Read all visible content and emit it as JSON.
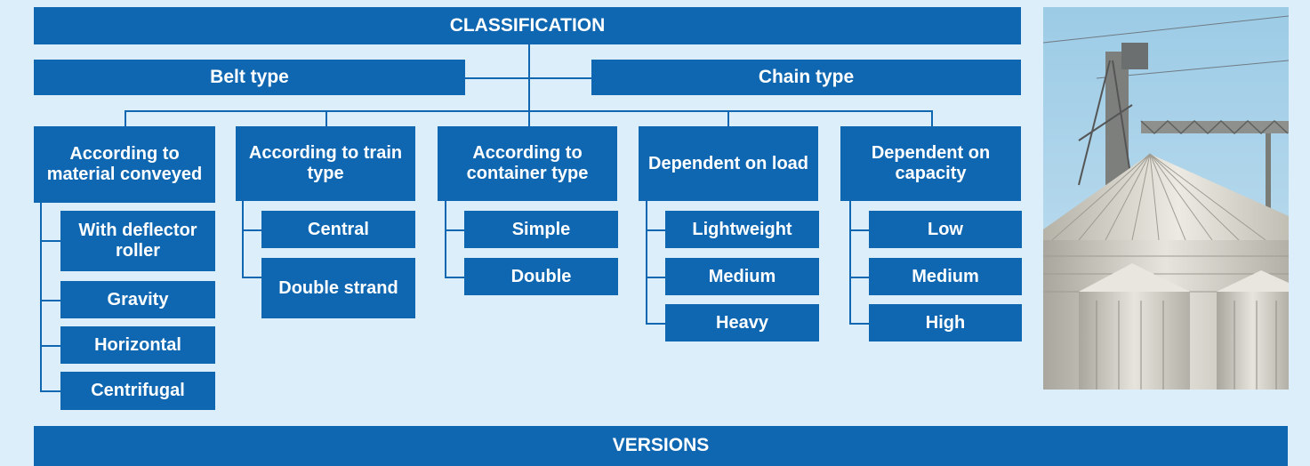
{
  "header": "CLASSIFICATION",
  "footer": "VERSIONS",
  "types": {
    "belt": "Belt type",
    "chain": "Chain type"
  },
  "categories": [
    {
      "label": "According to material conveyed",
      "items": [
        "With deflector roller",
        "Gravity",
        "Horizontal",
        "Centrifugal"
      ]
    },
    {
      "label": "According to train type",
      "items": [
        "Central",
        "Double strand"
      ]
    },
    {
      "label": "According to container type",
      "items": [
        "Simple",
        "Double"
      ]
    },
    {
      "label": "Dependent on load",
      "items": [
        "Lightweight",
        "Medium",
        "Heavy"
      ]
    },
    {
      "label": "Dependent on capacity",
      "items": [
        "Low",
        "Medium",
        "High"
      ]
    }
  ],
  "colors": {
    "accent": "#0f67b1",
    "background": "#dbeef9"
  }
}
